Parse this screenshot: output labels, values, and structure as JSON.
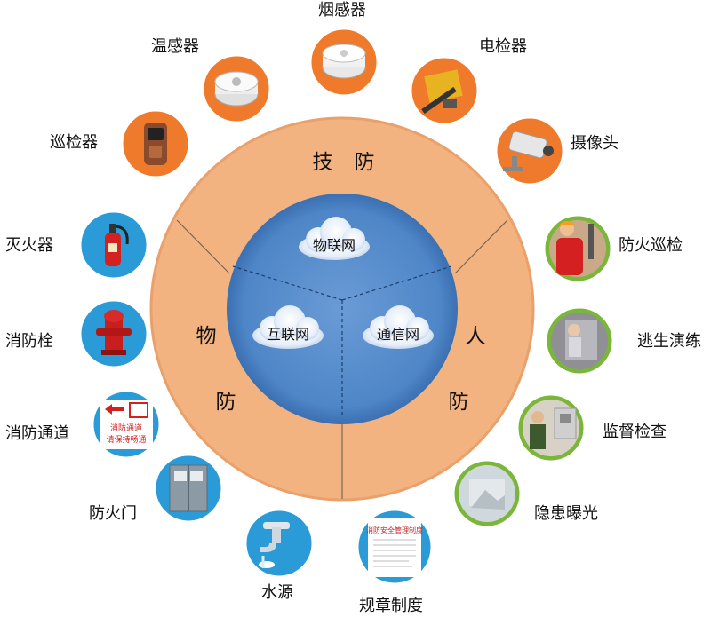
{
  "colors": {
    "outer_ring": "#f3b380",
    "ring_stroke": "#e59c5e",
    "inner_disc": "#4e86c7",
    "inner_disc_edge": "#3b74b8",
    "orange_icon": "#f07a2c",
    "blue_icon": "#2a9bd6",
    "green_icon": "#7ab63a",
    "cloud": "#dfeaf7"
  },
  "ring": {
    "sectors": [
      "技",
      "防",
      "物",
      "防",
      "人",
      "防"
    ]
  },
  "clouds": {
    "iot": "物联网",
    "internet": "互联网",
    "telecom": "通信网"
  },
  "items": {
    "smoke_detector": "烟感器",
    "temp_sensor": "温感器",
    "electrical_tester": "电检器",
    "patrol_device": "巡检器",
    "camera": "摄像头",
    "extinguisher": "灭火器",
    "fire_patrol": "防火巡检",
    "hydrant": "消防栓",
    "evacuation_drill": "逃生演练",
    "fire_passage": "消防通道",
    "supervision_check": "监督检查",
    "fire_door": "防火门",
    "hazard_exposure": "隐患曝光",
    "water_source": "水源",
    "regulations": "规章制度"
  },
  "passage_sign": {
    "line1": "消防通道",
    "line2": "请保持畅通"
  },
  "regulations_doc": {
    "title": "消防安全管理制度"
  }
}
